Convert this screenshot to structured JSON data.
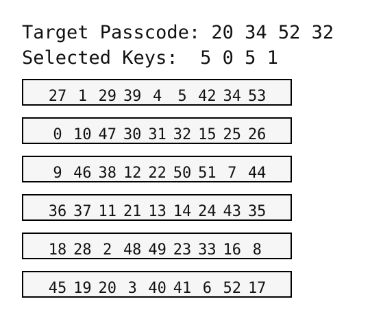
{
  "header": {
    "target_label": "Target Passcode:",
    "target_code": "20 34 52 32",
    "selected_label": "Selected Keys:",
    "selected_keys": "5 0 5 1"
  },
  "keypad": {
    "rows": [
      [
        "27",
        "1",
        "29",
        "39",
        "4",
        "5",
        "42",
        "34",
        "53"
      ],
      [
        "0",
        "10",
        "47",
        "30",
        "31",
        "32",
        "15",
        "25",
        "26"
      ],
      [
        "9",
        "46",
        "38",
        "12",
        "22",
        "50",
        "51",
        "7",
        "44"
      ],
      [
        "36",
        "37",
        "11",
        "21",
        "13",
        "14",
        "24",
        "43",
        "35"
      ],
      [
        "18",
        "28",
        "2",
        "48",
        "49",
        "23",
        "33",
        "16",
        "8"
      ],
      [
        "45",
        "19",
        "20",
        "3",
        "40",
        "41",
        "6",
        "52",
        "17"
      ]
    ]
  }
}
